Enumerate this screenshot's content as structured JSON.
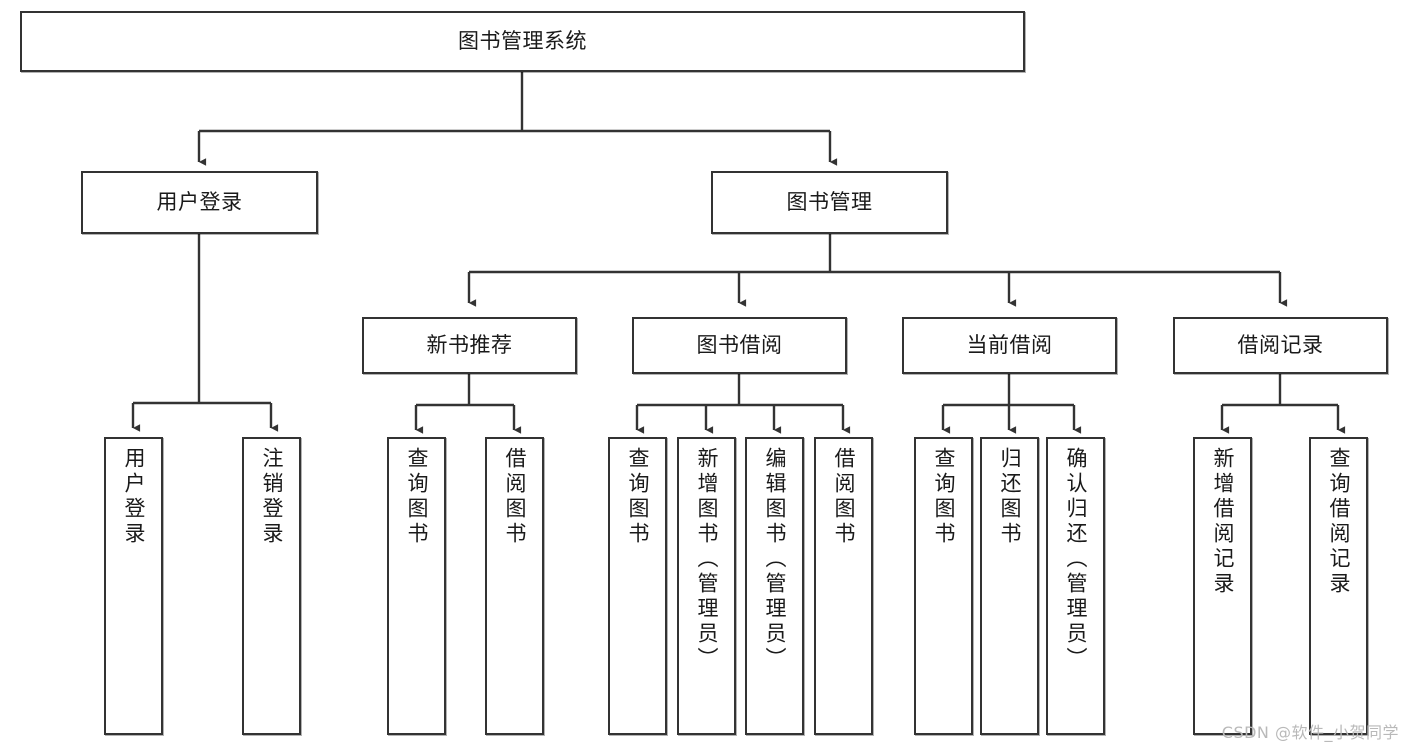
{
  "diagram": {
    "title": "图书管理系统",
    "watermark": "CSDN @软件_小贺同学",
    "edge_color": "#333333",
    "box_border_color": "#333333",
    "box_fill_color": "#ffffff",
    "text_color": "#1a1a1a",
    "levels": {
      "root": {
        "label": "图书管理系统"
      },
      "level2": [
        {
          "label": "用户登录"
        },
        {
          "label": "图书管理"
        }
      ],
      "level3": [
        {
          "label": "新书推荐"
        },
        {
          "label": "图书借阅"
        },
        {
          "label": "当前借阅"
        },
        {
          "label": "借阅记录"
        }
      ],
      "leaves": {
        "user_login": [
          {
            "label": "用户登录"
          },
          {
            "label": "注销登录"
          }
        ],
        "new_book_recommend": [
          {
            "label": "查询图书"
          },
          {
            "label": "借阅图书"
          }
        ],
        "book_borrow": [
          {
            "label": "查询图书"
          },
          {
            "label": "新增图书（管理员）"
          },
          {
            "label": "编辑图书（管理员）"
          },
          {
            "label": "借阅图书"
          }
        ],
        "current_borrow": [
          {
            "label": "查询图书"
          },
          {
            "label": "归还图书"
          },
          {
            "label": "确认归还（管理员）"
          }
        ],
        "borrow_records": [
          {
            "label": "新增借阅记录"
          },
          {
            "label": "查询借阅记录"
          }
        ]
      }
    }
  }
}
